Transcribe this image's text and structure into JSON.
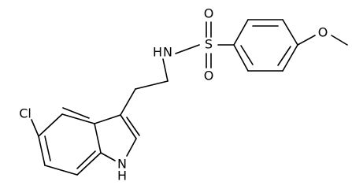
{
  "molecule": {
    "labels": {
      "cl": "Cl",
      "nh_indole": "H",
      "n_indole": "N",
      "n_sulfonamide": "N",
      "h_sulfonamide": "H",
      "s": "S",
      "o_top": "O",
      "o_bottom": "O",
      "o_methoxy": "O"
    }
  }
}
